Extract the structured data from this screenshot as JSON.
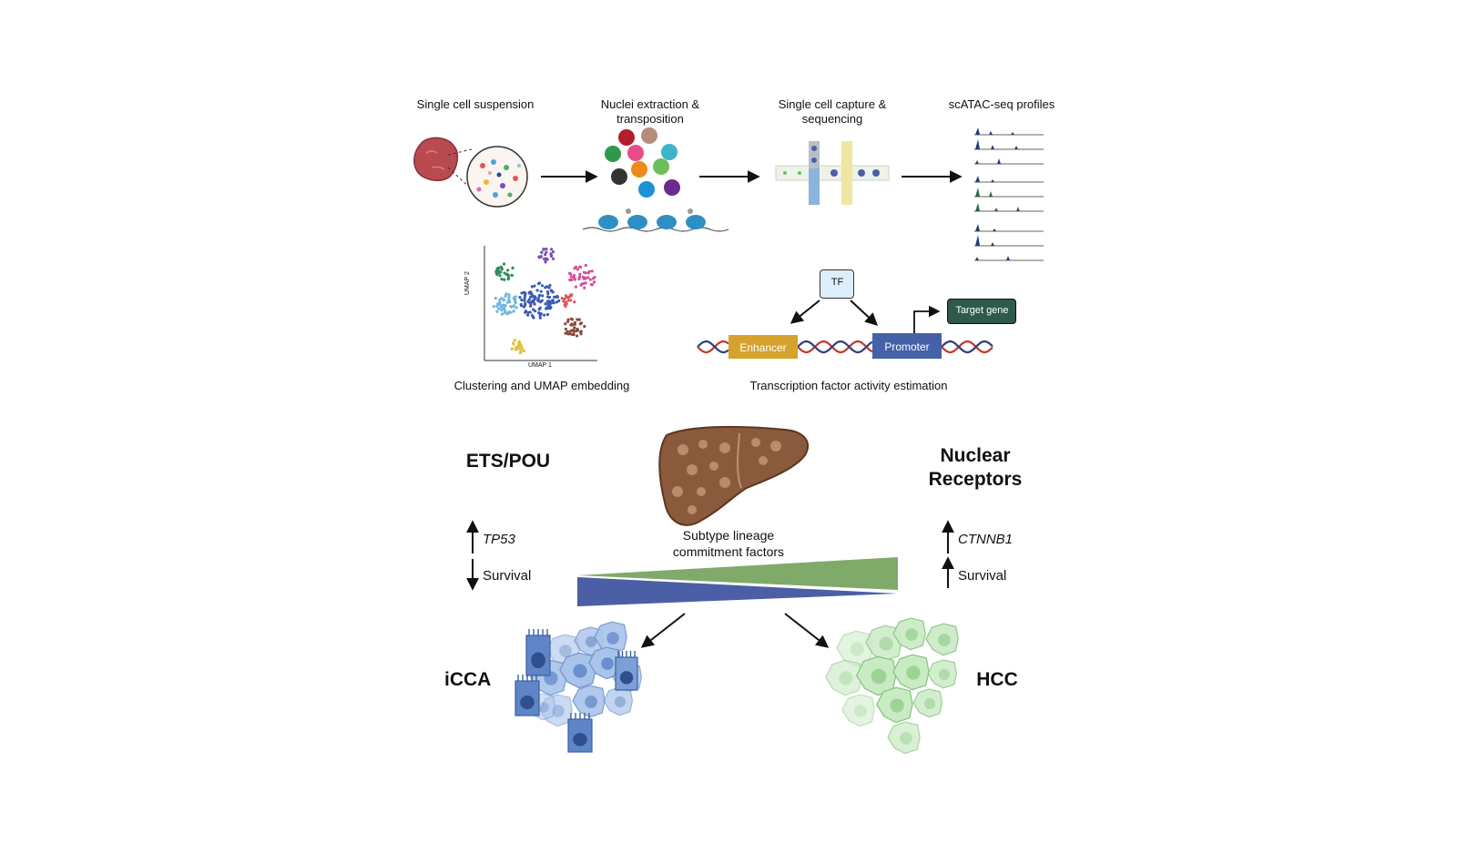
{
  "workflow": {
    "step1": "Single cell suspension",
    "step2": "Nuclei extraction & transposition",
    "step3": "Single cell capture & sequencing",
    "step4": "scATAC-seq profiles"
  },
  "umap": {
    "caption": "Clustering and UMAP embedding",
    "xlabel": "UMAP 1",
    "ylabel": "UMAP 2"
  },
  "tf_panel": {
    "caption": "Transcription factor activity estimation",
    "tf": "TF",
    "enhancer": "Enhancer",
    "promoter": "Promoter",
    "target_gene": "Target gene"
  },
  "lineage": {
    "left_factor": "ETS/POU",
    "right_factor_line1": "Nuclear",
    "right_factor_line2": "Receptors",
    "center_line1": "Subtype lineage",
    "center_line2": "commitment factors",
    "left_gene": "TP53",
    "left_survival": "Survival",
    "right_gene": "CTNNB1",
    "right_survival": "Survival",
    "left_subtype": "iCCA",
    "right_subtype": "HCC"
  },
  "colors": {
    "blue_wedge": "#4a5fa5",
    "green_wedge": "#7faa6a",
    "enhancer": "#d6a22e",
    "promoter": "#4561a8",
    "target_gene": "#2d5a4a",
    "tf_box": "#dceefa"
  }
}
